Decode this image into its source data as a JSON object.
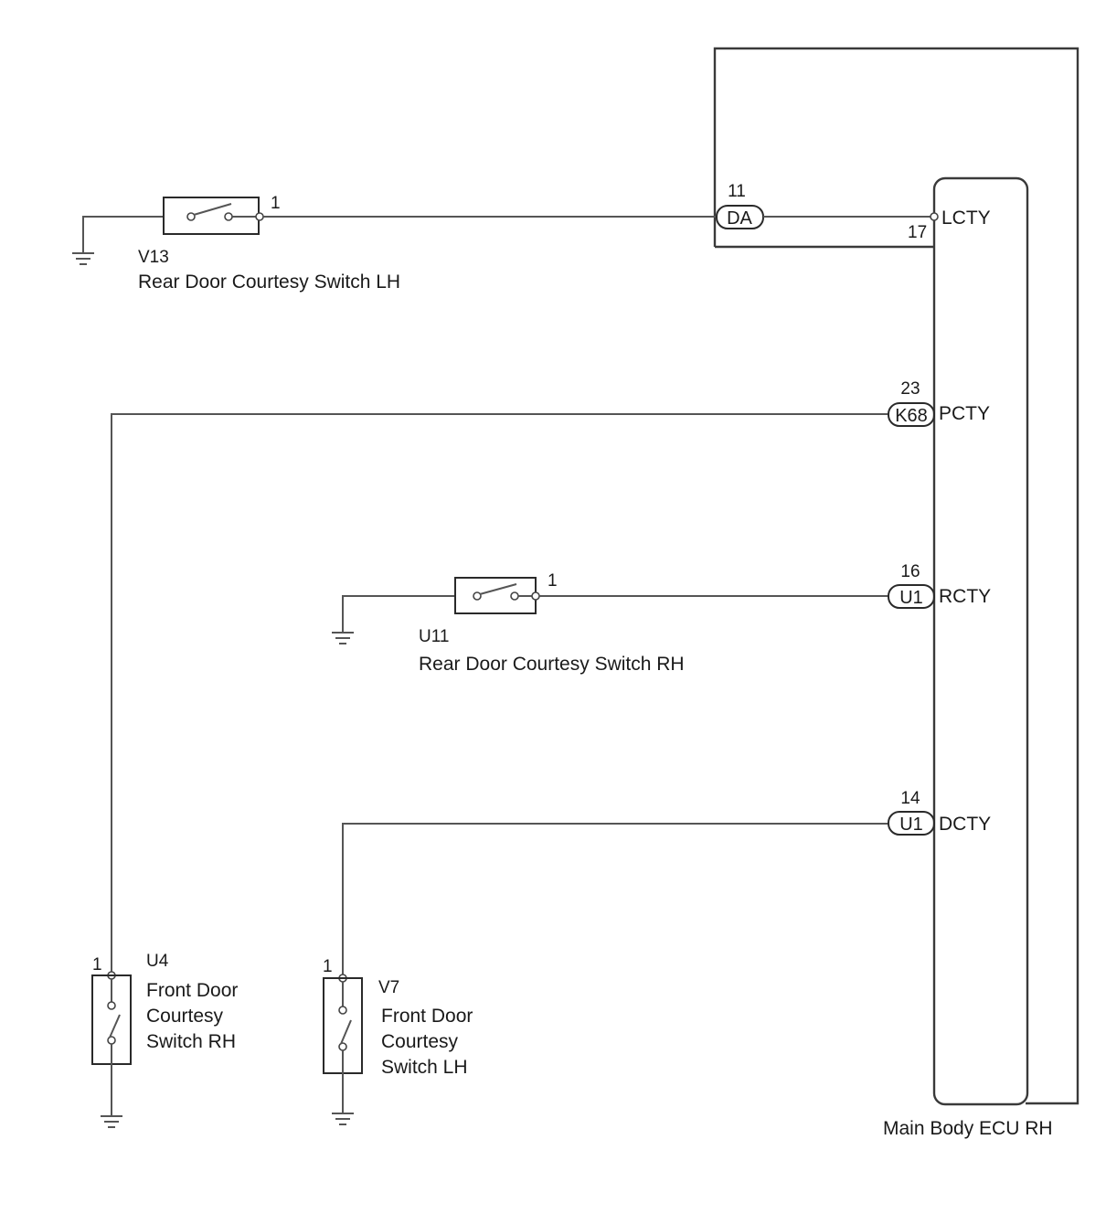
{
  "ecu": {
    "name": "Main Body ECU RH",
    "pins": [
      {
        "signal": "LCTY",
        "number": "17"
      },
      {
        "signal": "PCTY"
      },
      {
        "signal": "RCTY"
      },
      {
        "signal": "DCTY"
      }
    ]
  },
  "connectors": [
    {
      "code": "DA",
      "pin": "11"
    },
    {
      "code": "K68",
      "pin": "23"
    },
    {
      "code": "U1",
      "pin": "16"
    },
    {
      "code": "U1",
      "pin": "14"
    }
  ],
  "components": [
    {
      "code": "V13",
      "name": "Rear Door Courtesy Switch LH",
      "pin": "1"
    },
    {
      "code": "U11",
      "name": "Rear Door Courtesy Switch RH",
      "pin": "1"
    },
    {
      "code": "U4",
      "name_lines": [
        "Front Door",
        "Courtesy",
        "Switch RH"
      ],
      "pin": "1"
    },
    {
      "code": "V7",
      "name_lines": [
        "Front Door",
        "Courtesy",
        "Switch LH"
      ],
      "pin": "1"
    }
  ]
}
